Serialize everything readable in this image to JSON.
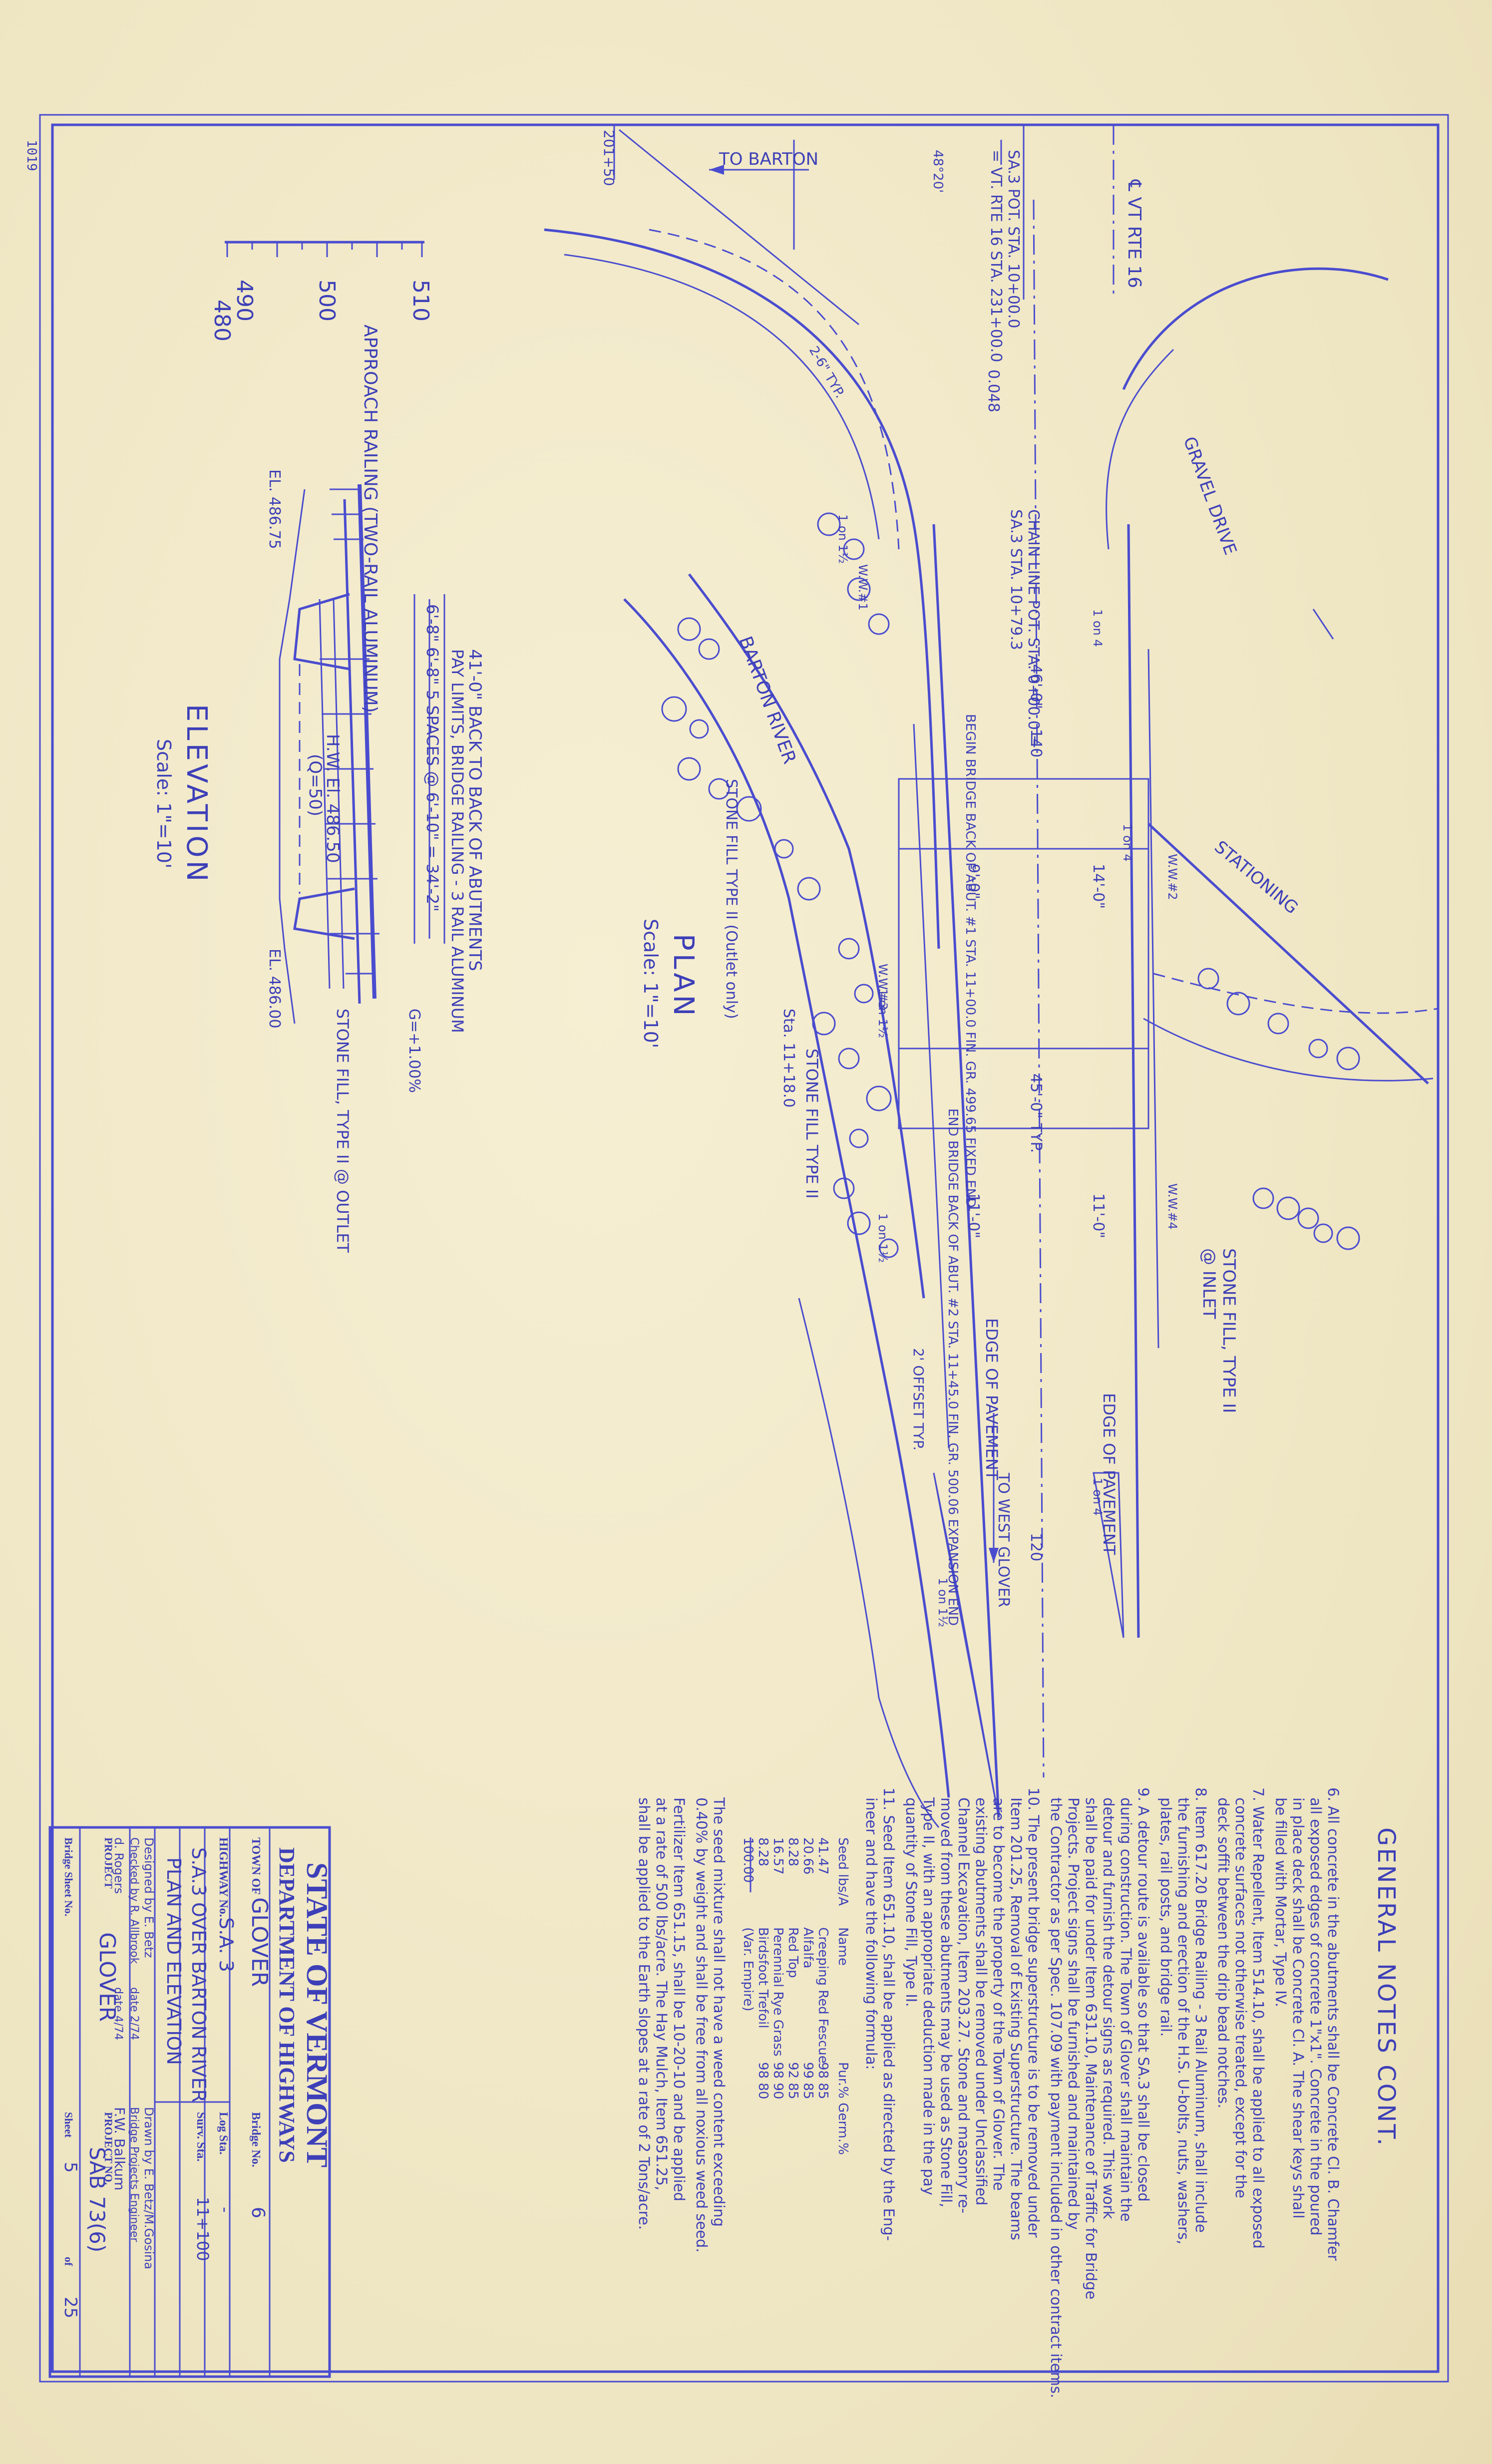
{
  "sheet": {
    "corner_mark": "1019"
  },
  "scale_bar": {
    "ticks": [
      "510",
      "500",
      "490",
      "480"
    ]
  },
  "plan": {
    "title": "PLAN",
    "scale": "Scale: 1\"=10'",
    "labels": {
      "to_barton": "TO BARTON",
      "to_west_glover": "TO WEST GLOVER",
      "vt_rte": "℄ VT RTE 16",
      "sa_pot": "SA.3 POT. STA. 10+00.0",
      "vt_sta": "= VT. RTE 16 STA. 231+00.0",
      "chain_line": "CHAIN LINE POT. STA. 0+00.0 =",
      "chain_line_2": "SA.3 STA. 10+79.3",
      "gravel_drive": "GRAVEL DRIVE",
      "barton_river": "BARTON RIVER",
      "stationing": "STATIONING",
      "stone_fill_inlet": "STONE FILL, TYPE II",
      "stone_fill_inlet_2": "@ INLET",
      "stone_fill_outlet": "STONE FILL TYPE II",
      "stone_fill_outlet_only": "STONE FILL TYPE II (Outlet only)",
      "edge_pavement_1": "EDGE OF PAVEMENT",
      "edge_pavement_2": "EDGE OF PAVEMENT",
      "sta_end": "Sta. 11+18.0",
      "begin_bridge": "BEGIN BRIDGE BACK OF ABUT. #1 STA. 11+00.0 FIN. GR. 499.65 FIXED END",
      "end_bridge": "END BRIDGE BACK OF ABUT. #2 STA. 11+45.0 FIN. GR. 500.06 EXPANSION END",
      "dim_140": "140",
      "dim_120": "120",
      "dim_460": "46'-0\"",
      "dim_450": "45'-0\" TYP.",
      "dim_140b": "14'-0\"",
      "dim_90": "9'-0\"",
      "dim_110a": "11'-0\"",
      "dim_110b": "11'-0\"",
      "dim_20": "2' OFFSET TYP.",
      "gr_048": "0.048",
      "radius_1": "2-6\" TYP.",
      "ww1": "W.W.#1",
      "ww2": "W.W.#2",
      "ww3": "W.W.#3",
      "ww4": "W.W.#4",
      "slope_1on4a": "1 on 4",
      "slope_1on4b": "1 on 4",
      "slope_1on4c": "1 on 4",
      "slope_1on1a": "1 on 1½",
      "slope_1on1b": "1 on 1½",
      "slope_1on1c": "1 on 1½",
      "slope_1on1d": "1 on 1½",
      "angle": "48°20'"
    }
  },
  "elevation": {
    "title": "ELEVATION",
    "scale": "Scale: 1\"=10'",
    "labels": {
      "approach_railing": "APPROACH RAILING (TWO-RAIL ALUMINUM)",
      "back_to_back": "41'-0\" BACK TO BACK OF ABUTMENTS",
      "pay_limits": "PAY LIMITS, BRIDGE RAILING - 3 RAIL ALUMINUM",
      "spacing": "6'-8\" 6'-8\" 5 SPACES @ 6'-10\" = 34'-2\"",
      "hw_el": "H.W. El. 486.50",
      "q50": "(Q=50)",
      "el_left": "EL. 486.75",
      "el_right": "EL. 486.00",
      "grade": "G=+1.00%",
      "stone_fill_outlet": "STONE FILL, TYPE II @ OUTLET"
    }
  },
  "notes": {
    "heading": "GENERAL NOTES CONT.",
    "items": [
      "6. All concrete in the abutments shall be Concrete Cl. B. Chamfer all exposed edges of concrete 1\"x1\". Concrete in the poured in place deck shall be Concrete Cl. A. The shear keys shall be filled with Mortar, Type IV.",
      "7. Water Repellent, Item 514.10, shall be applied to all exposed concrete surfaces not otherwise treated, except for the deck soffit between the drip bead notches.",
      "8. Item 617.20 Bridge Railing - 3 Rail Aluminum, shall include the furnishing and erection of the H.S. U-bolts, nuts, washers, plates, rail posts, and bridge rail.",
      "9. A detour route is available so that SA.3 shall be closed during construction. The Town of Glover shall maintain the detour and furnish the detour signs as required. This work shall be paid for under Item 631.10, Maintenance of Traffic for Bridge Projects. Project signs shall be furnished and maintained by the Contractor as per Spec. 107.09 with payment included in other contract items.",
      "10. The present bridge superstructure is to be removed under Item 201.25, Removal of Existing Superstructure. The beams are to become the property of the Town of Glover. The existing abutments shall be removed under Unclassified Channel Excavation, Item 203.27. Stone and masonry removed from these abutments may be used as Stone Fill, Type II, with an appropriate deduction made in the pay quantity of Stone Fill, Type II.",
      "11. Seed Item 651.10, shall be applied as directed by the Engineer and have the following formula:",
      "The seed mixture shall not have a weed content exceeding 0.40% by weight and shall be free from all noxious weed seed.",
      "Fertilizer Item 651.15, shall be 10-20-10 and be applied at a rate of 500 lbs/acre. The Hay Mulch, Item 651.25, shall be applied to the Earth slopes at a rate of 2 Tons/acre."
    ],
    "seed_table": {
      "headers": [
        "Seed lbs/A",
        "Name",
        "Pur.% Germ.%"
      ],
      "rows": [
        [
          "41.47",
          "Creeping Red Fescue",
          "98 85"
        ],
        [
          "20.66",
          "Alfalfa",
          "99 85"
        ],
        [
          "8.28",
          "Red Top",
          "92 85"
        ],
        [
          "16.57",
          "Perennial Rye Grass",
          "98 90"
        ],
        [
          "8.28",
          "Birdsfoot Trefoil",
          "98 80"
        ],
        [
          "100.00",
          "(Var. Empire)",
          ""
        ]
      ]
    }
  },
  "title_block": {
    "state": "STATE OF VERMONT",
    "department": "DEPARTMENT OF HIGHWAYS",
    "town_label": "TOWN OF",
    "town": "GLOVER",
    "bridge_no_label": "Bridge No.",
    "bridge_no": "6",
    "highway_label": "HIGHWAY No.",
    "highway": "S.A. 3",
    "log_sta_label": "Log Sta.",
    "log_sta": "-",
    "surv_sta_label": "Surv. Sta.",
    "surv_sta": "11+100",
    "project_title_1": "S.A.3 OVER BARTON RIVER",
    "project_title_2": "PLAN AND ELEVATION",
    "designed_by": "Designed by E. Betz",
    "drawn_by": "Drawn by E. Betz/M.Gosina",
    "checked_by": "Checked by R. Allbrook",
    "engineer": "d. Rogers",
    "date_1": "date 2/74",
    "date_2": "date 4/74",
    "bridge_supervisor": "Bridge Projects Engineer",
    "fw": "F.W. Balkum",
    "project_label": "PROJECT",
    "project": "GLOVER",
    "project_no_label": "PROJECT NO.",
    "project_no": "SAB 73(6)",
    "bridge_sheet_label": "Bridge Sheet No.",
    "sheet_label": "Sheet",
    "sheet_no": "5",
    "of_label": "of",
    "total_sheets": "25"
  }
}
